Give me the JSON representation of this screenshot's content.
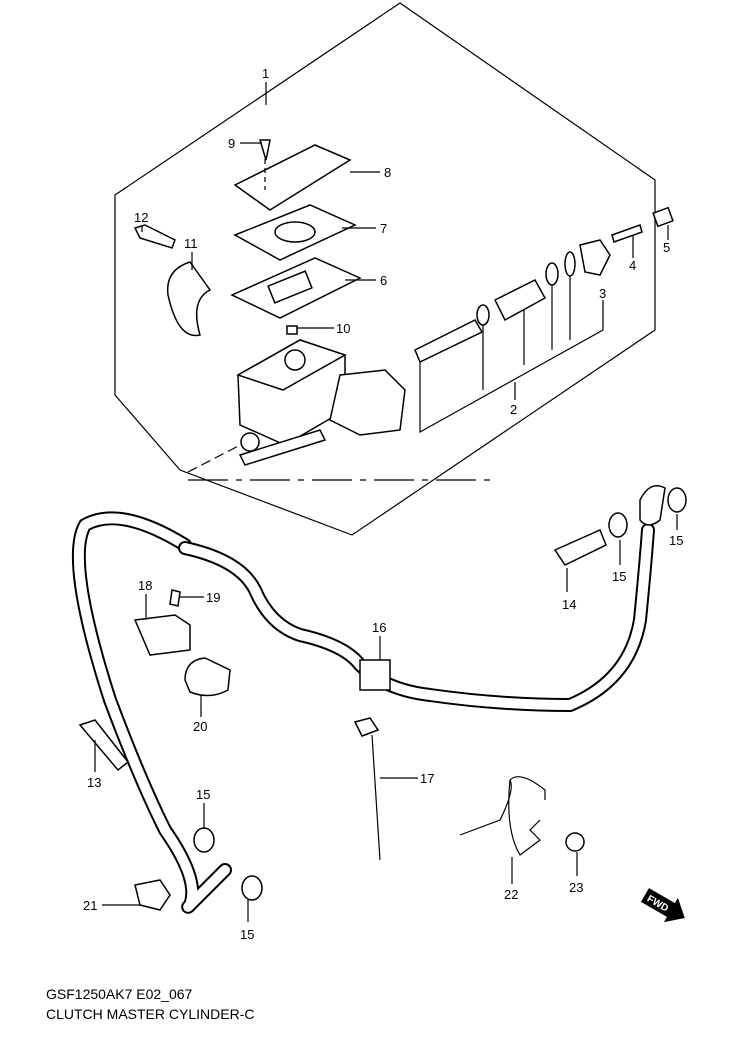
{
  "diagram": {
    "model_code": "GSF1250AK7 E02_067",
    "title": "CLUTCH MASTER CYLINDER-C",
    "fwd_label": "FWD",
    "callouts": [
      "1",
      "2",
      "3",
      "4",
      "5",
      "6",
      "7",
      "8",
      "9",
      "10",
      "11",
      "12",
      "13",
      "14",
      "15",
      "15",
      "15",
      "15",
      "16",
      "17",
      "18",
      "19",
      "20",
      "21",
      "22",
      "23"
    ]
  }
}
